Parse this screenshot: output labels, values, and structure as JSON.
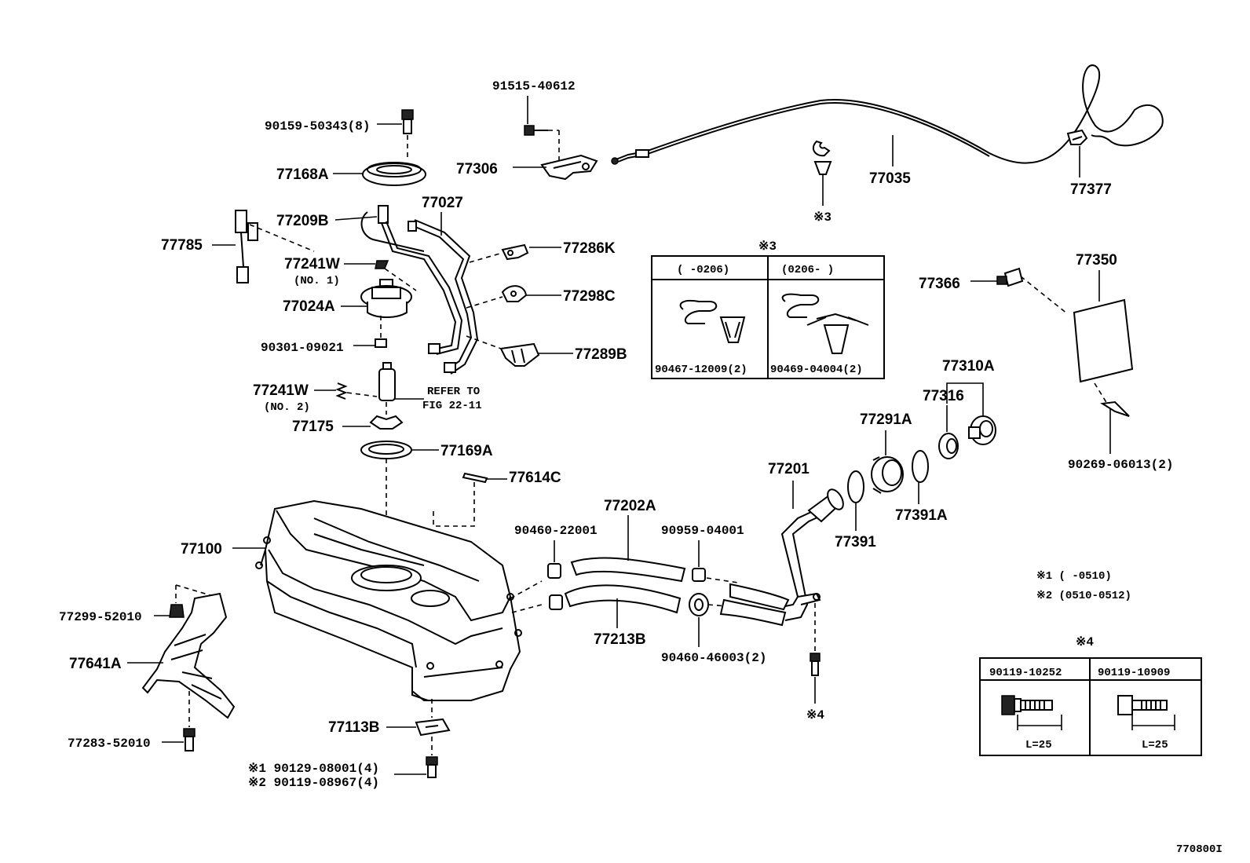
{
  "diagram_id": "770800I",
  "labels": {
    "p91515": "91515-40612",
    "p90159": "90159-50343(8)",
    "p77168A": "77168A",
    "p77306": "77306",
    "p77035": "77035",
    "p77377": "77377",
    "p77209B": "77209B",
    "p77027": "77027",
    "p77785": "77785",
    "p77286K": "77286K",
    "p77241W_1": "77241W",
    "p77241W_1_note": "(NO. 1)",
    "p77024A": "77024A",
    "p77298C": "77298C",
    "p90301": "90301-09021",
    "p77289B": "77289B",
    "p77241W_2": "77241W",
    "p77241W_2_note": "(NO. 2)",
    "refer_line1": "REFER TO",
    "refer_line2": "FIG 22-11",
    "p77175": "77175",
    "p77169A": "77169A",
    "p77614C": "77614C",
    "p77202A": "77202A",
    "p90460_22001": "90460-22001",
    "p90959": "90959-04001",
    "p77100": "77100",
    "p77299": "77299-52010",
    "p77641A": "77641A",
    "p77283": "77283-52010",
    "p77213B": "77213B",
    "p90460_46003": "90460-46003(2)",
    "p77113B": "77113B",
    "note1_90129": "※1 90129-08001(4)",
    "note2_90119": "※2 90119-08967(4)",
    "p77201": "77201",
    "p77391": "77391",
    "p77291A": "77291A",
    "p77391A": "77391A",
    "p77316": "77316",
    "p77310A": "77310A",
    "p77366": "77366",
    "p77350": "77350",
    "p90269": "90269-06013(2)",
    "ref3": "※3",
    "ref4": "※4"
  },
  "table3": {
    "title": "※3",
    "col1_header": "(      -0206)",
    "col2_header": "(0206-      )",
    "col1_part": "90467-12009(2)",
    "col2_part": "90469-04004(2)"
  },
  "notes": {
    "n1": "※1 (      -0510)",
    "n2": "※2 (0510-0512)"
  },
  "table4": {
    "title": "※4",
    "col1_header": "90119-10252",
    "col2_header": "90119-10909",
    "col1_dim": "L=25",
    "col2_dim": "L=25"
  }
}
